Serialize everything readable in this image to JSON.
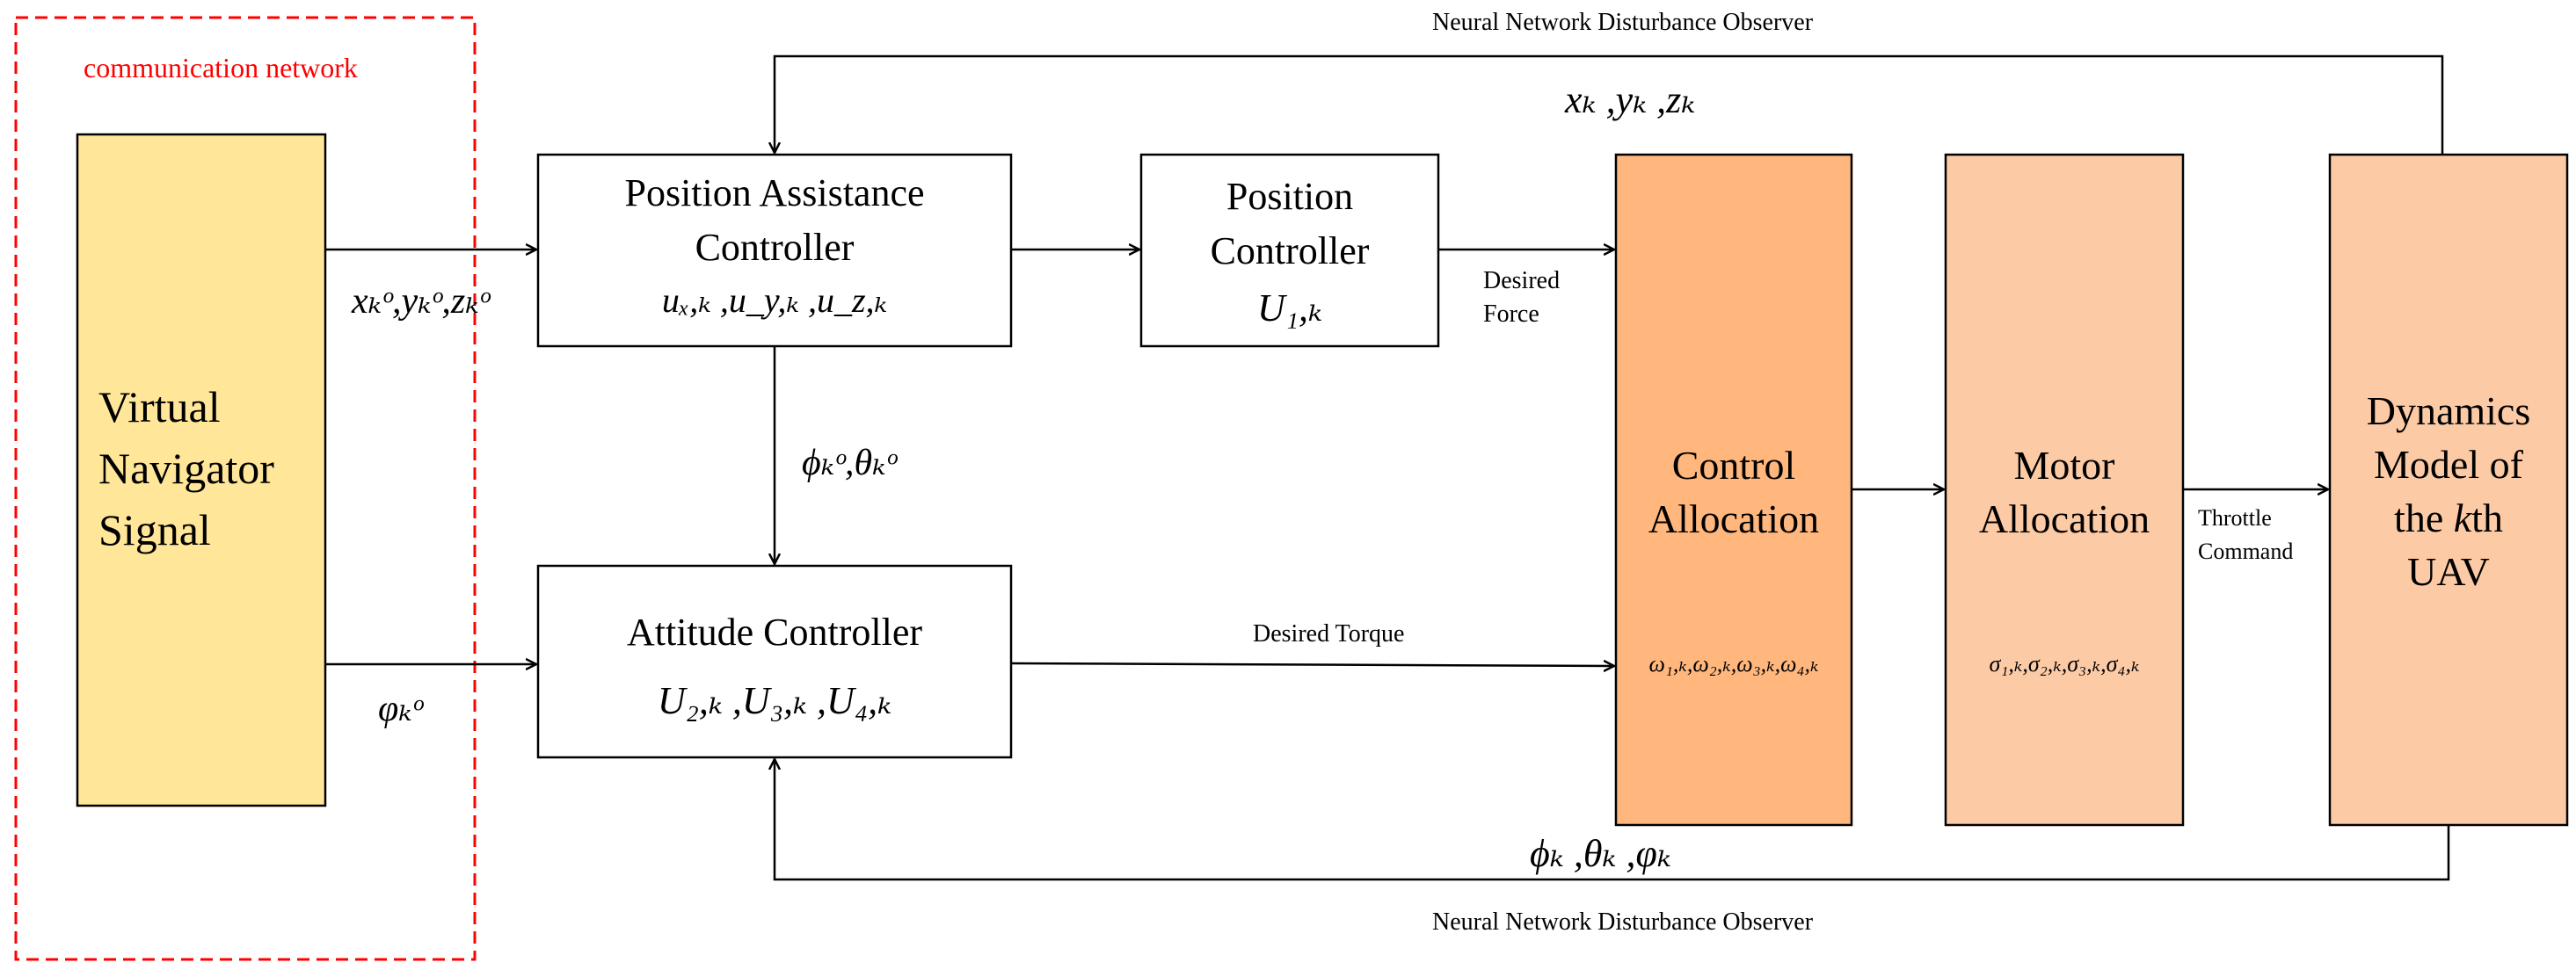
{
  "colors": {
    "navigator_fill": "#FFE699",
    "control_alloc_fill": "#FFB77D",
    "motor_alloc_fill": "#FCCBA6",
    "dynamics_fill": "#FCCBA6",
    "network_border": "#FF0000",
    "line": "#000000"
  },
  "network": {
    "label": "communication network"
  },
  "navigator": {
    "line1": "Virtual",
    "line2": "Navigator",
    "line3": "Signal"
  },
  "position_assistance": {
    "line1": "Position Assistance",
    "line2": "Controller",
    "math": "uₓ,ₖ ,u_y,ₖ ,u_z,ₖ"
  },
  "position_controller": {
    "line1": "Position",
    "line2": "Controller",
    "math": "U₁,ₖ"
  },
  "attitude_controller": {
    "line1": "Attitude Controller",
    "math": "U₂,ₖ ,U₃,ₖ ,U₄,ₖ"
  },
  "control_allocation": {
    "line1": "Control",
    "line2": "Allocation",
    "math": "ω₁,ₖ,ω₂,ₖ,ω₃,ₖ,ω₄,ₖ"
  },
  "motor_allocation": {
    "line1": "Motor",
    "line2": "Allocation",
    "math": "σ₁,ₖ,σ₂,ₖ,σ₃,ₖ,σ₄,ₖ"
  },
  "dynamics_model": {
    "line1": "Dynamics",
    "line2": "Model of",
    "line3_pre": "the ",
    "line3_k": "k",
    "line3_post": "th",
    "line4": "UAV"
  },
  "signals": {
    "xyz_ref": "xₖᵒ,yₖᵒ,zₖᵒ",
    "phi_ref": "φₖᵒ",
    "phi_theta_ref": "ϕₖᵒ,θₖᵒ",
    "xyz_feedback": "xₖ ,yₖ ,zₖ",
    "attitude_feedback": "ϕₖ ,θₖ ,φₖ"
  },
  "labels": {
    "nndo_top": "Neural Network Disturbance Observer",
    "nndo_bottom": "Neural Network Disturbance Observer",
    "desired_force_1": "Desired",
    "desired_force_2": "Force",
    "desired_torque": "Desired Torque",
    "throttle_1": "Throttle",
    "throttle_2": "Command"
  }
}
